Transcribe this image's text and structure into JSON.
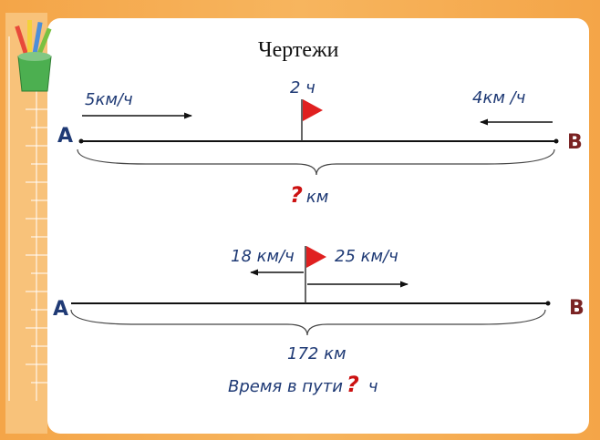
{
  "title": "Чертежи",
  "icons": {
    "pencil_cup": "pencil-cup-icon",
    "flag": "red-flag-icon"
  },
  "colors": {
    "frame": "#f4a548",
    "text": "#1f3a75",
    "question": "#cc1111",
    "flag": "#e02020",
    "point_b": "#7a2323"
  },
  "diagram1": {
    "point_a": "А",
    "point_b": "В",
    "speed_left": "5км/ч",
    "speed_right": "4км /ч",
    "time": "2 ч",
    "question_mark": "?",
    "distance_unit": "км"
  },
  "diagram2": {
    "point_a": "А",
    "point_b": "В",
    "speed_left": "18 км/ч",
    "speed_right": "25 км/ч",
    "distance": "172 км",
    "travel_time_label": "Время в пути",
    "question_mark": "?",
    "time_unit": "ч"
  }
}
